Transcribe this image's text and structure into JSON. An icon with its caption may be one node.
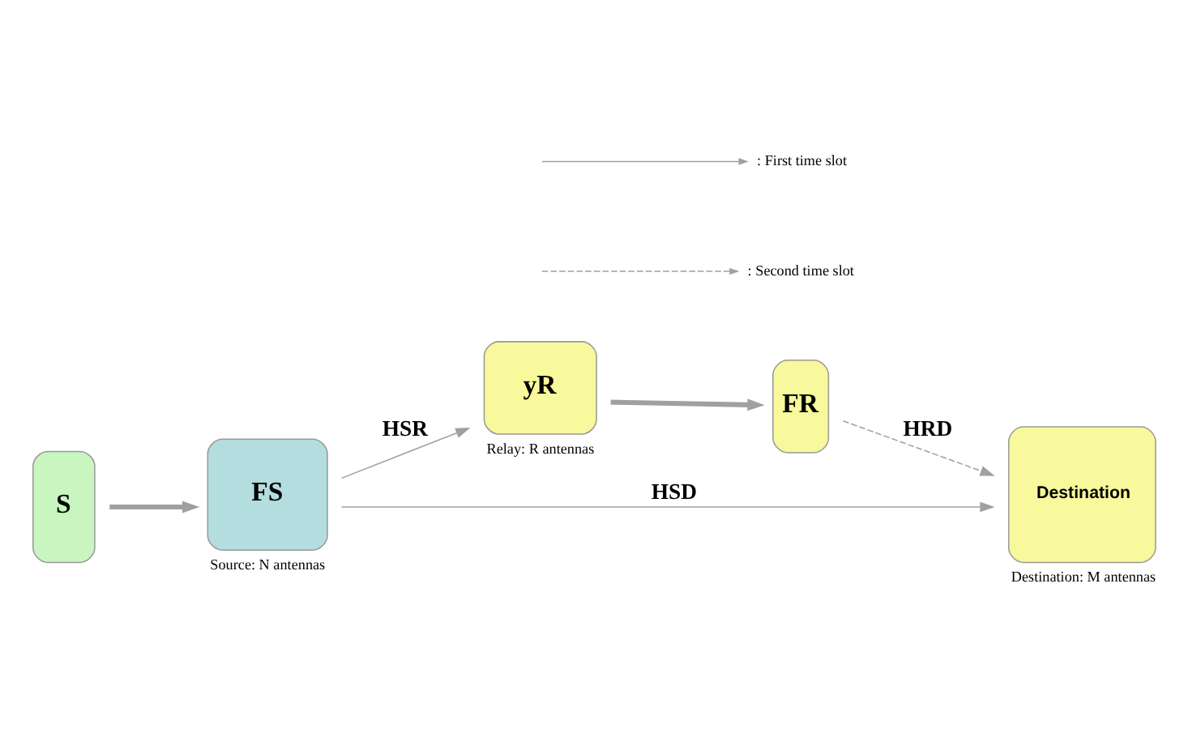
{
  "diagram": {
    "nodes": [
      {
        "text": [
          "S"
        ]
      },
      {
        "text": [
          "FS"
        ],
        "beside": [
          "Source: N antennas"
        ]
      },
      {
        "text": [
          "yR"
        ],
        "beside": [
          "Relay: R antennas"
        ]
      },
      {
        "text": [
          "FR"
        ]
      },
      {
        "text": [
          "Destination"
        ],
        "beside": [
          "Destination: M antennas"
        ]
      }
    ],
    "edges": [
      {
        "from": 0,
        "to": 1,
        "arrow": "to",
        "style": "thick"
      },
      {
        "from": 1,
        "to": 2,
        "arrow": "to",
        "label": "HSR"
      },
      {
        "from": 2,
        "to": 3,
        "arrow": "to",
        "style": "thick"
      },
      {
        "from": 3,
        "to": 4,
        "arrow": "to",
        "label": "HRD",
        "style": "dashed"
      },
      {
        "from": 1,
        "to": 4,
        "arrow": "to",
        "label": "HSD"
      }
    ],
    "legend": [
      {
        "text": ": First time slot"
      },
      {
        "text": ": Second time slot"
      }
    ]
  }
}
